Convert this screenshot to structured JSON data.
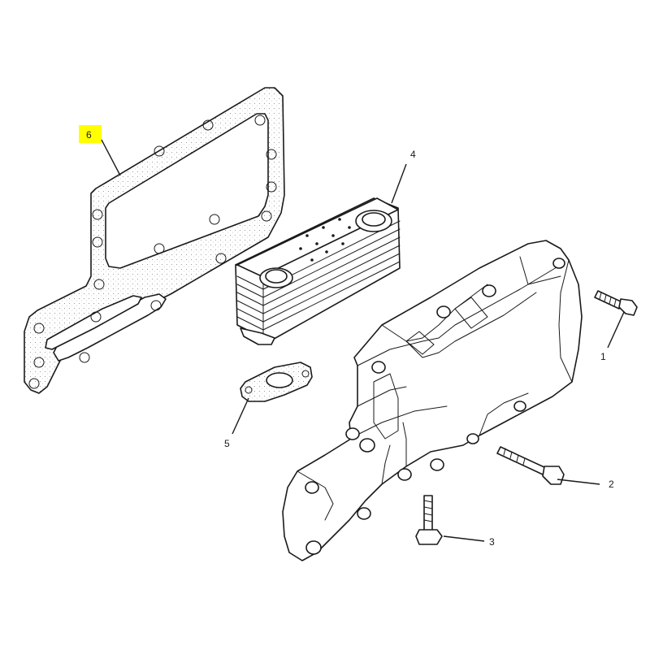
{
  "callouts": [
    {
      "id": "1",
      "label": "1",
      "part": "bolt-right"
    },
    {
      "id": "2",
      "label": "2",
      "part": "bolt-lower-right"
    },
    {
      "id": "3",
      "label": "3",
      "part": "bolt-bottom"
    },
    {
      "id": "4",
      "label": "4",
      "part": "oil-cooler-core"
    },
    {
      "id": "5",
      "label": "5",
      "part": "small-gasket"
    },
    {
      "id": "6",
      "label": "6",
      "part": "large-gasket",
      "highlighted": true
    }
  ],
  "colors": {
    "highlight": "#ffff00",
    "line": "#1a1a1a",
    "background": "#ffffff",
    "gasket_fill": "#f3f3f3"
  }
}
